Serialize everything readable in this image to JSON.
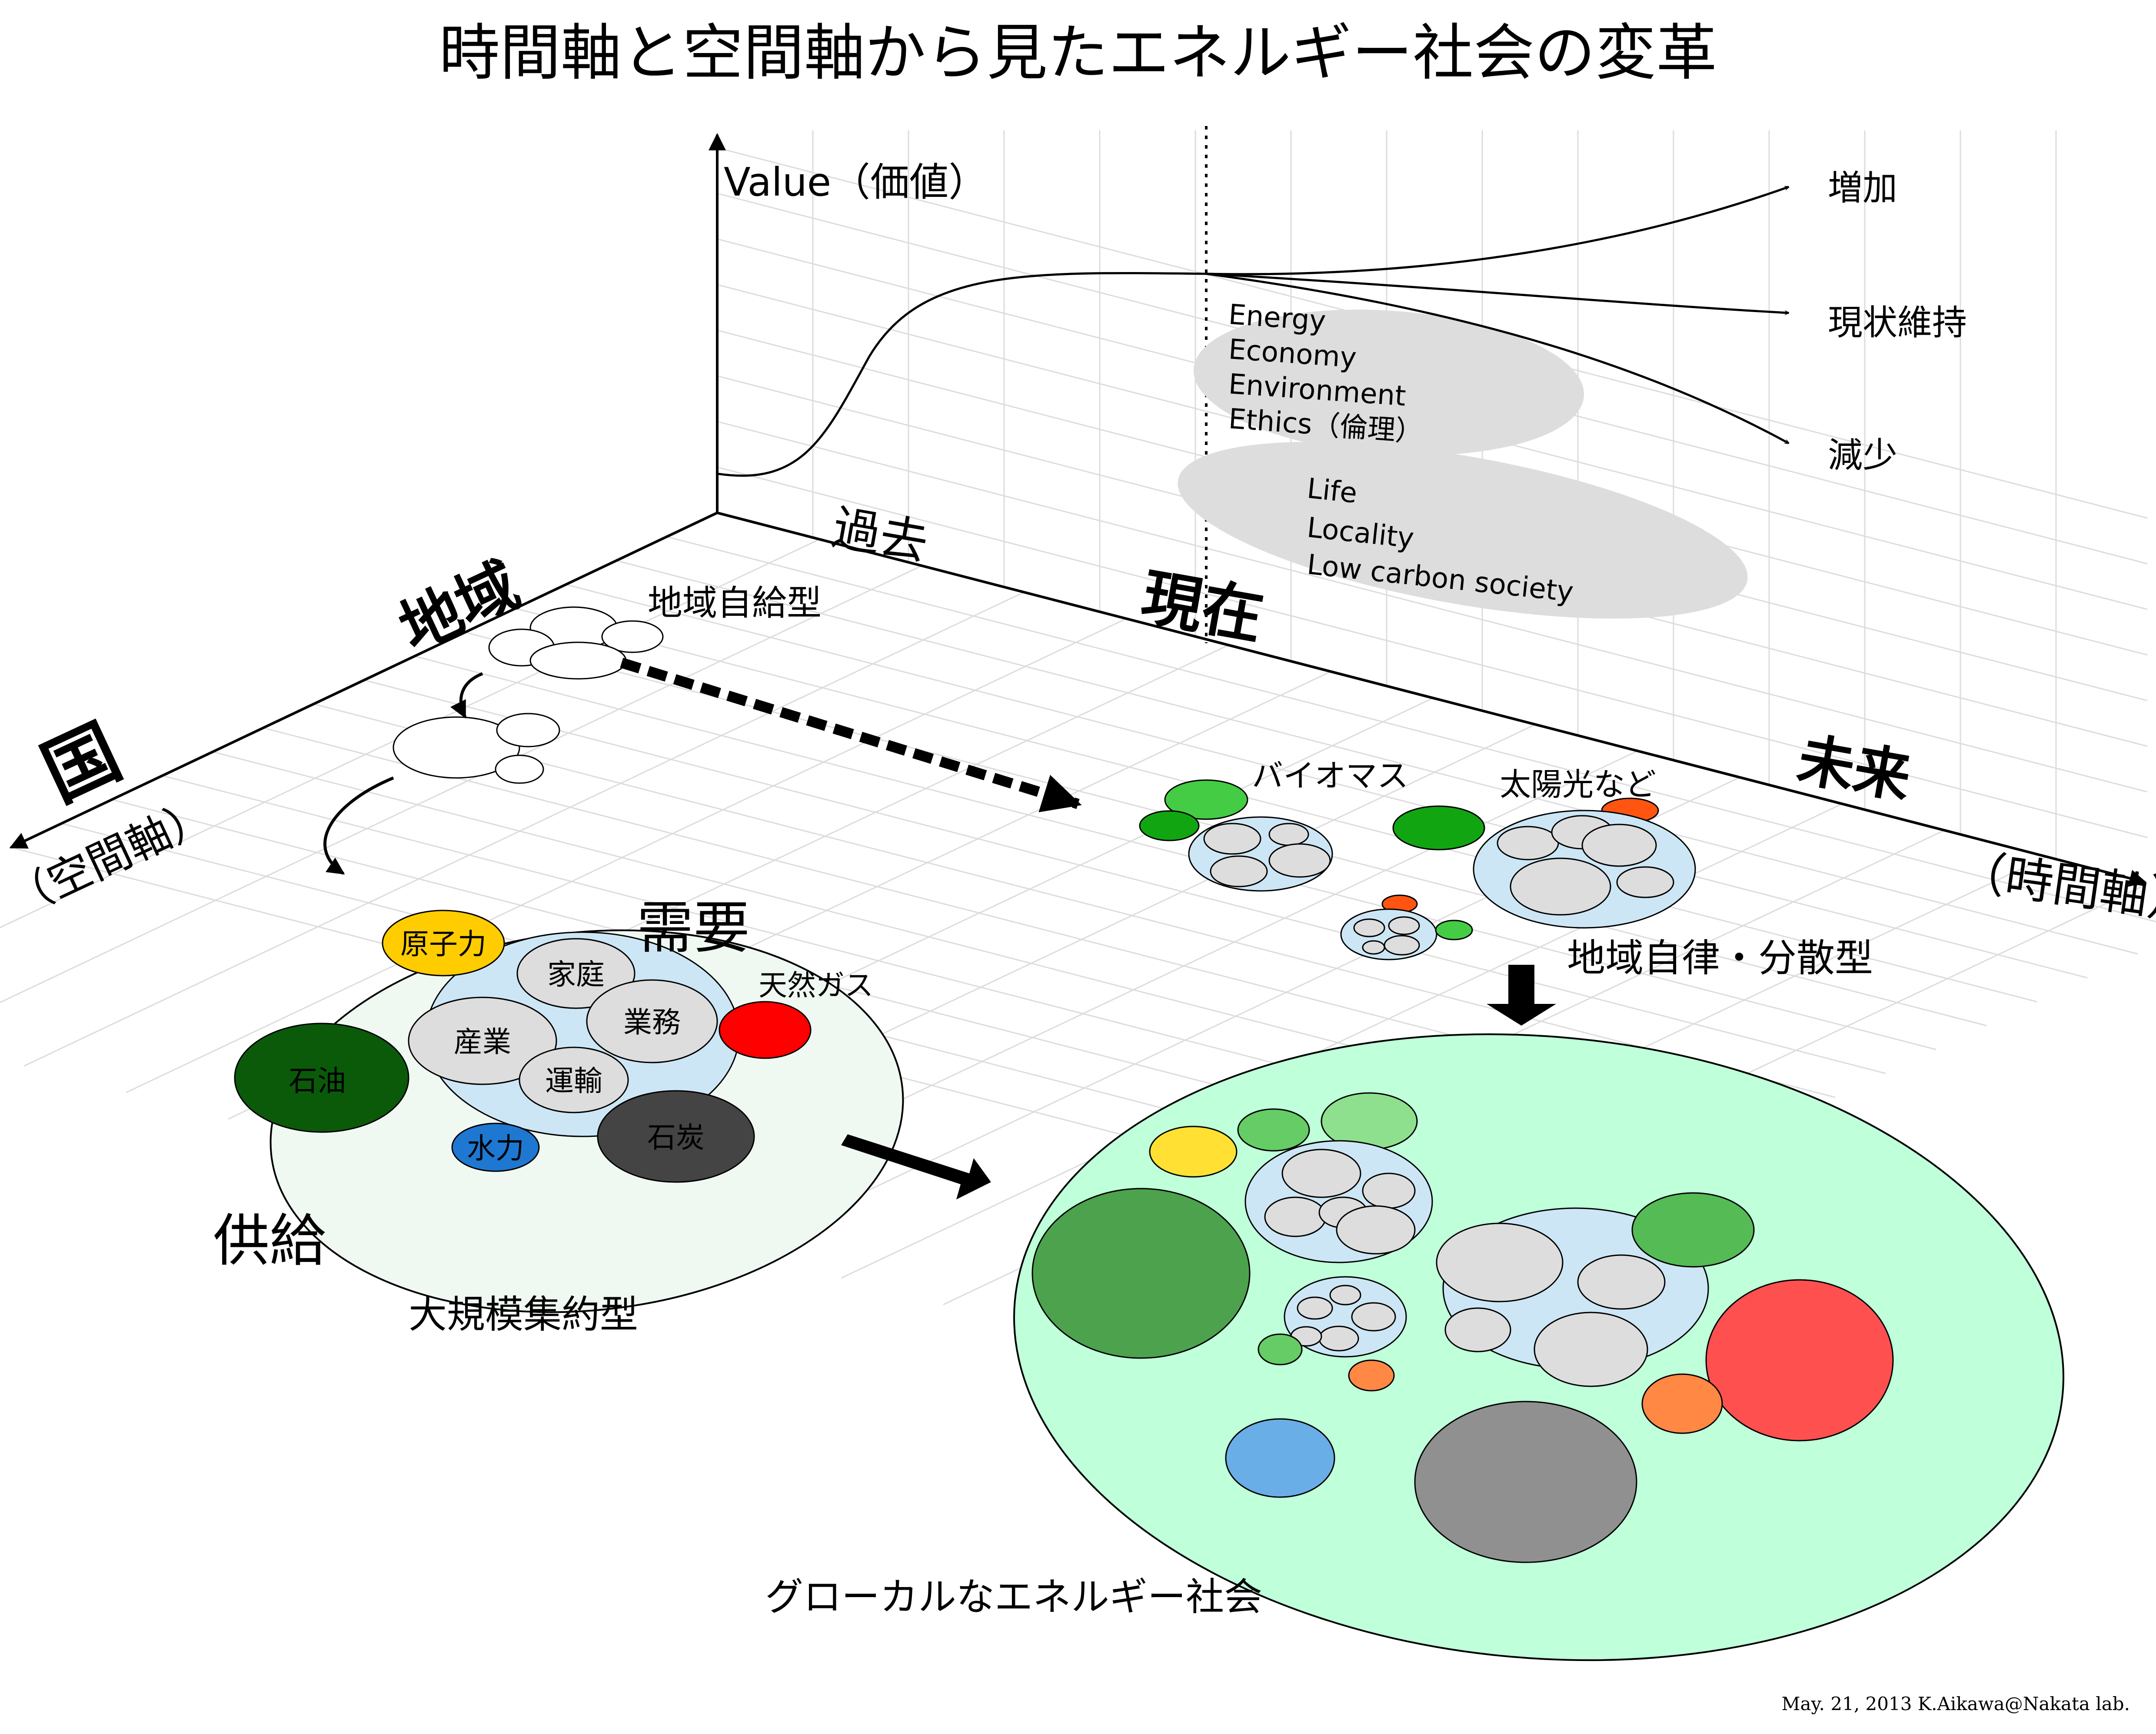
{
  "title": "時間軸と空間軸から見たエネルギー社会の変革",
  "axes": {
    "value": "Value（価値）",
    "past": "過去",
    "present": "現在",
    "future": "未来",
    "time_axis": "（時間軸）",
    "local": "地域",
    "country": "国",
    "space_axis": "（空間軸）"
  },
  "trends": {
    "increase": "増加",
    "maintain": "現状維持",
    "decrease": "減少"
  },
  "ellipse_upper": [
    "Energy",
    "Economy",
    "Environment",
    "Ethics（倫理）"
  ],
  "ellipse_lower": [
    "Life",
    "Locality",
    "Low carbon society"
  ],
  "labels": {
    "local_self_supply": "地域自給型",
    "biomass": "バイオマス",
    "solar_etc": "太陽光など",
    "autonomous_distributed": "地域自律・分散型",
    "demand": "需要",
    "supply": "供給",
    "large_scale": "大規模集約型",
    "glocal": "グローカルなエネルギー社会"
  },
  "demand_items": {
    "household": "家庭",
    "industry": "産業",
    "business": "業務",
    "transport": "運輸"
  },
  "supply_items": {
    "nuclear": "原子力",
    "natural_gas": "天然ガス",
    "oil": "石油",
    "hydro": "水力",
    "coal": "石炭"
  },
  "colors": {
    "nuclear": "#ffcc00",
    "natural_gas": "#ff0000",
    "oil": "#0a5a0a",
    "hydro": "#1e78d2",
    "coal": "#444444",
    "demand_bubble": "#cce6f5",
    "demand_item": "#dddddd",
    "supply_area": "#f0f8f2",
    "glocal_area": "#bfffda",
    "biomass": "#44cc44",
    "solar": "#ff6611",
    "ellipse_gray": "#dddddd"
  },
  "credit": "May. 21, 2013  K.Aikawa@Nakata lab."
}
